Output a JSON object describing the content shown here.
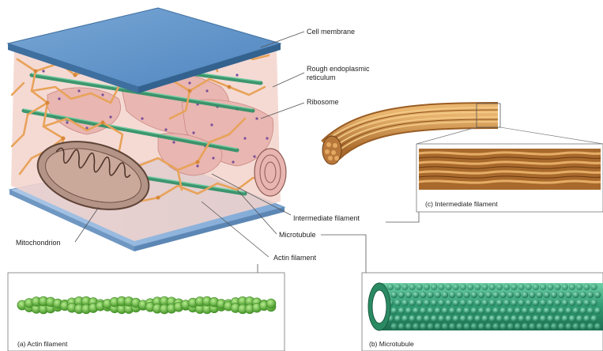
{
  "labels": {
    "cell_membrane": "Cell membrane",
    "rough_er_line1": "Rough endoplasmic",
    "rough_er_line2": "reticulum",
    "ribosome": "Ribosome",
    "intermediate_filament": "Intermediate filament",
    "microtubule": "Microtubule",
    "actin_filament": "Actin filament",
    "mitochondrion": "Mitochondrion"
  },
  "panels": {
    "a_caption": "(a)  Actin filament",
    "b_caption": "(b)  Microtubule",
    "c_caption": "(c)  Intermediate filament"
  },
  "colors": {
    "membrane": "#5b8fc4",
    "membrane_light": "#8fb6dc",
    "cytoskeleton_mesh": "#e8a35a",
    "er": "#e9b5b0",
    "microtubule": "#2e9a72",
    "actin": "#6cc04a",
    "intermediate": "#c98a44",
    "mitochondrion": "#8a6a5a"
  }
}
